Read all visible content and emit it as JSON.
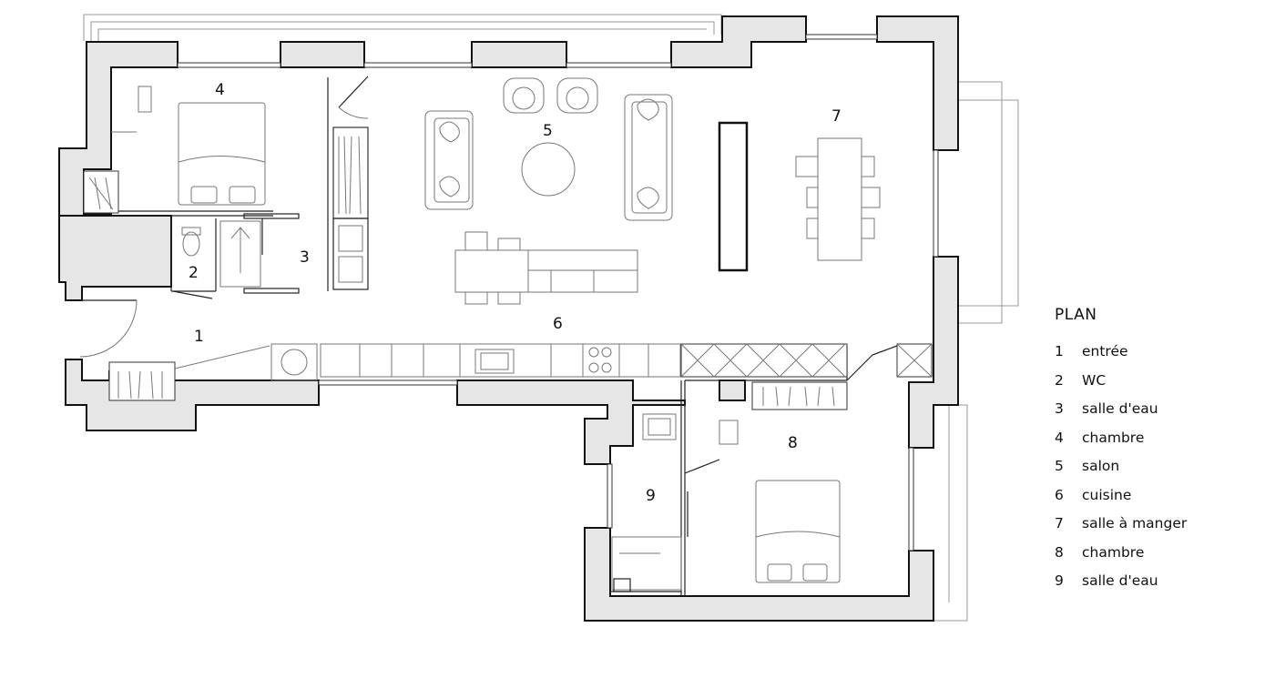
{
  "legend": {
    "title": "PLAN",
    "items": [
      {
        "number": "1",
        "label": "entrée"
      },
      {
        "number": "2",
        "label": "WC"
      },
      {
        "number": "3",
        "label": "salle d'eau"
      },
      {
        "number": "4",
        "label": "chambre"
      },
      {
        "number": "5",
        "label": "salon"
      },
      {
        "number": "6",
        "label": "cuisine"
      },
      {
        "number": "7",
        "label": "salle à manger"
      },
      {
        "number": "8",
        "label": "chambre"
      },
      {
        "number": "9",
        "label": "salle d'eau"
      }
    ]
  },
  "rooms": [
    {
      "number": "1"
    },
    {
      "number": "2"
    },
    {
      "number": "3"
    },
    {
      "number": "4"
    },
    {
      "number": "5"
    },
    {
      "number": "6"
    },
    {
      "number": "7"
    },
    {
      "number": "8"
    },
    {
      "number": "9"
    }
  ],
  "colors": {
    "wall_fill": "#e6e6e6",
    "wall_stroke": "#111111",
    "furniture_stroke": "#777777",
    "background": "#ffffff"
  }
}
